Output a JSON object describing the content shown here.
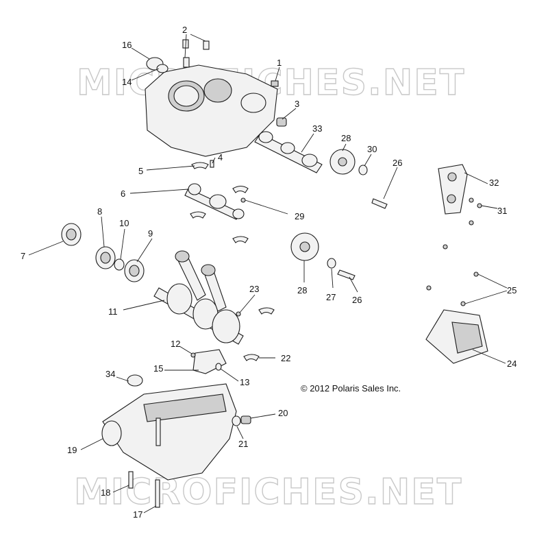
{
  "watermarks": [
    "MICROFICHES.NET",
    "MICROFICHES.NET"
  ],
  "copyright": "© 2012 Polaris Sales Inc.",
  "callouts": [
    {
      "id": "1",
      "text": "1"
    },
    {
      "id": "2",
      "text": "2"
    },
    {
      "id": "3",
      "text": "3"
    },
    {
      "id": "4",
      "text": "4"
    },
    {
      "id": "5",
      "text": "5"
    },
    {
      "id": "6",
      "text": "6"
    },
    {
      "id": "7",
      "text": "7"
    },
    {
      "id": "8",
      "text": "8"
    },
    {
      "id": "9",
      "text": "9"
    },
    {
      "id": "10",
      "text": "10"
    },
    {
      "id": "11",
      "text": "11"
    },
    {
      "id": "12",
      "text": "12"
    },
    {
      "id": "13",
      "text": "13"
    },
    {
      "id": "14",
      "text": "14"
    },
    {
      "id": "15",
      "text": "15"
    },
    {
      "id": "16",
      "text": "16"
    },
    {
      "id": "17",
      "text": "17"
    },
    {
      "id": "18",
      "text": "18"
    },
    {
      "id": "19",
      "text": "19"
    },
    {
      "id": "20",
      "text": "20"
    },
    {
      "id": "21",
      "text": "21"
    },
    {
      "id": "22",
      "text": "22"
    },
    {
      "id": "23",
      "text": "23"
    },
    {
      "id": "24",
      "text": "24"
    },
    {
      "id": "25",
      "text": "25"
    },
    {
      "id": "26a",
      "text": "26"
    },
    {
      "id": "26b",
      "text": "26"
    },
    {
      "id": "27",
      "text": "27"
    },
    {
      "id": "28a",
      "text": "28"
    },
    {
      "id": "28b",
      "text": "28"
    },
    {
      "id": "29",
      "text": "29"
    },
    {
      "id": "30",
      "text": "30"
    },
    {
      "id": "31",
      "text": "31"
    },
    {
      "id": "32",
      "text": "32"
    },
    {
      "id": "33",
      "text": "33"
    },
    {
      "id": "34",
      "text": "34"
    }
  ]
}
